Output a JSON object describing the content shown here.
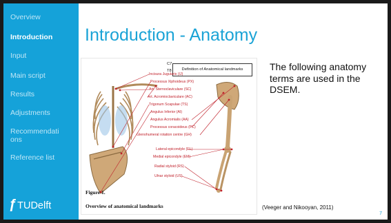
{
  "sidebar": {
    "items": [
      {
        "label": "Overview",
        "active": false
      },
      {
        "label": "Introduction",
        "active": true
      },
      {
        "label": "Input",
        "active": false
      },
      {
        "label": "Main script",
        "active": false
      },
      {
        "label": "Results",
        "active": false
      },
      {
        "label": "Adjustments",
        "active": false
      },
      {
        "label": "Recommendati ons",
        "active": false
      },
      {
        "label": "Reference list",
        "active": false
      }
    ],
    "logo": {
      "flame": "ƒ",
      "text": "TUDelft"
    }
  },
  "slide": {
    "title": "Introduction - Anatomy",
    "body_text": "The following anatomy terms are used in the DSEM.",
    "citation": "(Veeger and Nikooyan, 2011)",
    "page_number": "7"
  },
  "figure": {
    "legend_title": "Definition of Anatomical landmarks",
    "vertebra_labels": [
      "C7",
      "T8"
    ],
    "landmarks": [
      "Incisura Jugularis (IJ)",
      "Processus Xiphoideus (PX)",
      "Art. Sternoclaviculare (SC)",
      "Art. Acromioclaviculare (AC)",
      "Trigonum Scapulae (TS)",
      "Angulus Inferior (AI)",
      "Angulus Acromialis (AA)",
      "Processus coracoideus (PC)",
      "Glenohumeral rotation centre (GH)",
      "Lateral epicondyle (EL)",
      "Medial epicondyle (EM)",
      "Radial styloid (RS)",
      "Ulnar styloid (US)"
    ],
    "caption_number": "Figure 1.",
    "caption_title": "Overview of anatomical landmarks"
  },
  "colors": {
    "sidebar_bg": "#15a2d9",
    "title": "#1aa3d6",
    "annotation": "#c0202a"
  }
}
